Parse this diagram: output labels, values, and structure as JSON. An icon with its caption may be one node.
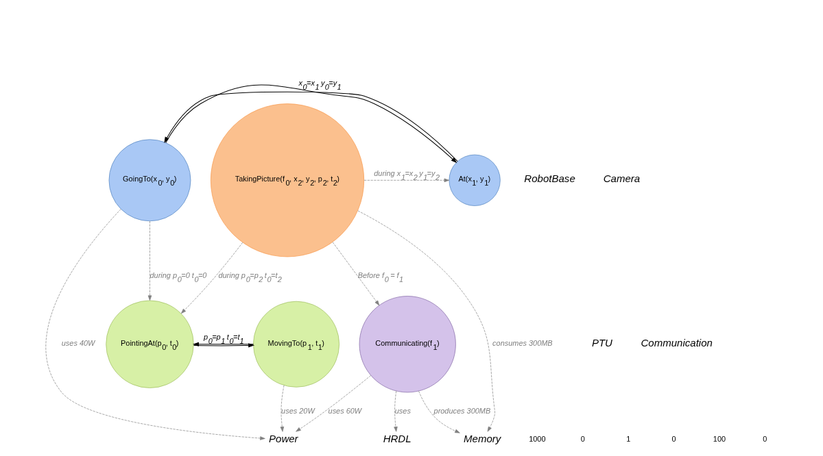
{
  "diagram": {
    "nodes": [
      {
        "text": [
          "GoingTo(x$_{0}$, y$_{0}$)"
        ]
      },
      {
        "text": [
          "At(x$_{1}$, y$_{1}$)"
        ]
      },
      {
        "text": [
          "TakingPicture(f$_{0}$, x$_{2}$, y$_{2}$, p$_{2}$, t$_{2}$)"
        ]
      },
      {
        "text": [
          "Memory"
        ]
      },
      {
        "text": [
          "PointingAt(p$_{0}$, t$_{0}$)"
        ]
      },
      {
        "text": [
          "MovingTo(p$_{1}$, t$_{1}$)"
        ]
      },
      {
        "text": [
          "Communicating(f$_{1}$)"
        ]
      },
      {
        "text": [
          "HRDL"
        ]
      },
      {
        "text": [
          "Power"
        ]
      }
    ],
    "edges": [
      {
        "from": 1,
        "to": 0,
        "arrow": "to",
        "color": "#000000"
      },
      {
        "from": 0,
        "to": 1,
        "arrow": "to",
        "color": "#000000",
        "label": "x$_{0}$=x$_{1}$ y$_{0}$=y$_{1}$"
      },
      {
        "from": 2,
        "to": 1,
        "arrow": "to",
        "style": "dashed",
        "label": "during x$_{1}$=x$_{2}$ y$_{1}$=y$_{2}$"
      },
      {
        "from": 2,
        "to": 3,
        "arrow": "to",
        "style": "dashed",
        "label": "consumes 300MB"
      },
      {
        "from": 0,
        "to": 4,
        "arrow": "to",
        "style": "dashed",
        "label": "during p$_{0}$=0 t$_{0}$=0"
      },
      {
        "from": 0,
        "to": 8,
        "arrow": "to",
        "style": "dashed",
        "label": "uses 40W"
      },
      {
        "from": 2,
        "to": 4,
        "arrow": "to",
        "style": "dashed",
        "label": "during p$_{0}$=p$_{2}$ t$_{0}$=t$_{2}$"
      },
      {
        "from": 2,
        "to": 6,
        "arrow": "to",
        "style": "dashed",
        "label": "Before f$_{0}$ = f$_{1}$"
      },
      {
        "from": 6,
        "to": 3,
        "arrow": "to",
        "style": "dashed",
        "label": "produces 300MB"
      },
      {
        "from": 4,
        "to": 5,
        "arrow": "to",
        "color": "#000000"
      },
      {
        "from": 5,
        "to": 4,
        "arrow": "to",
        "color": "#000000",
        "label": "p$_{0}$=p$_{1}$ t$_{0}$=t$_{1}$"
      },
      {
        "from": 5,
        "to": 8,
        "arrow": "to",
        "style": "dashed",
        "label": "uses 20W"
      },
      {
        "from": 6,
        "to": 8,
        "arrow": "to",
        "style": "dashed",
        "label": "uses 60W"
      },
      {
        "from": 6,
        "to": 7,
        "arrow": "to",
        "style": "dashed",
        "label": "uses"
      }
    ],
    "labels": [
      "RobotBase",
      "Camera",
      "PTU",
      "Communication",
      "1000",
      "0",
      "1",
      "0",
      "100",
      "0"
    ]
  }
}
